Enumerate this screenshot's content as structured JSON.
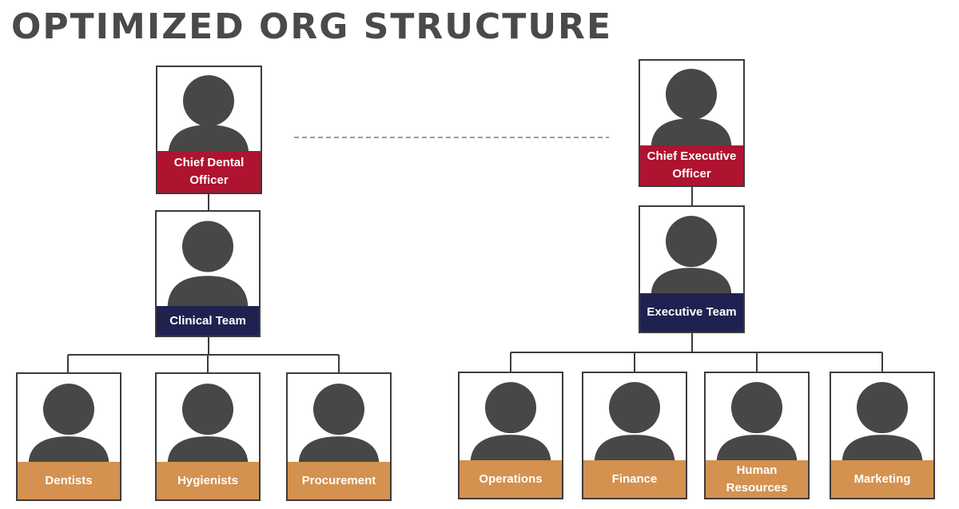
{
  "title": "OPTIMIZED ORG STRUCTURE",
  "colors": {
    "executive": "#ae1330",
    "team": "#1f2150",
    "department": "#d4914f",
    "avatar": "#474747",
    "border": "#3c3c3c",
    "text": "#4a4a4a"
  },
  "left_chart": {
    "head": {
      "label": "Chief Dental Officer",
      "icon": "person-icon"
    },
    "team": {
      "label": "Clinical Team",
      "icon": "person-icon"
    },
    "members": [
      {
        "label": "Dentists",
        "icon": "person-icon"
      },
      {
        "label": "Hygienists",
        "icon": "person-icon"
      },
      {
        "label": "Procurement",
        "icon": "person-icon"
      }
    ]
  },
  "right_chart": {
    "head": {
      "label": "Chief Executive Officer",
      "icon": "person-icon"
    },
    "team": {
      "label": "Executive Team",
      "icon": "person-icon"
    },
    "members": [
      {
        "label": "Operations",
        "icon": "person-icon"
      },
      {
        "label": "Finance",
        "icon": "person-icon"
      },
      {
        "label": "Human Resources",
        "icon": "person-icon"
      },
      {
        "label": "Marketing",
        "icon": "person-icon"
      }
    ]
  }
}
